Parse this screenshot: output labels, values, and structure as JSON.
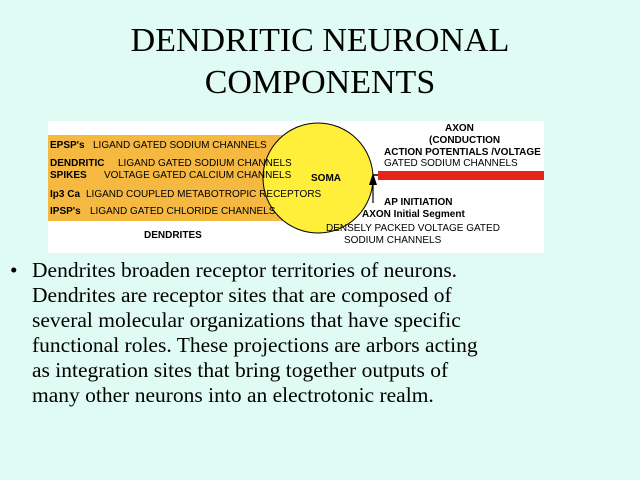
{
  "title": {
    "line1": "DENDRITIC NEURONAL",
    "line2": "COMPONENTS"
  },
  "diagram": {
    "dendrite_rows": [
      {
        "prefix": "EPSP's",
        "text": "LIGAND GATED SODIUM CHANNELS"
      },
      {
        "prefix": "DENDRITIC",
        "text": "LIGAND GATED SODIUM CHANNELS"
      },
      {
        "prefix": "SPIKES",
        "text": "VOLTAGE GATED CALCIUM CHANNELS"
      },
      {
        "prefix": "Ip3 Ca",
        "text": "LIGAND COUPLED  METABOTROPIC RECEPTORS"
      },
      {
        "prefix": "IPSP's",
        "text": "LIGAND GATED CHLORIDE CHANNELS"
      }
    ],
    "dendrites_label": "DENDRITES",
    "soma_label": "SOMA",
    "axon": {
      "line1": "AXON",
      "line2": "(CONDUCTION",
      "line3": "ACTION POTENTIALS /VOLTAGE",
      "line4": "GATED SODIUM CHANNELS"
    },
    "ap_initiation": {
      "line1": "AP INITIATION",
      "line2": "AXON Initial Segment",
      "line3": "DENSELY PACKED VOLTAGE GATED",
      "line4": "SODIUM CHANNELS"
    },
    "colors": {
      "dendrite_band": "#f5b841",
      "soma": "#ffee3a",
      "axon": "#e8231c"
    }
  },
  "body": {
    "bullet": "•",
    "lines": [
      "Dendrites broaden receptor territories of neurons.",
      "Dendrites are receptor sites that are composed of",
      "several molecular organizations that have specific",
      "functional roles.  These projections are arbors acting",
      "as integration sites that bring together outputs of",
      "many other neurons into an electrotonic realm."
    ]
  }
}
